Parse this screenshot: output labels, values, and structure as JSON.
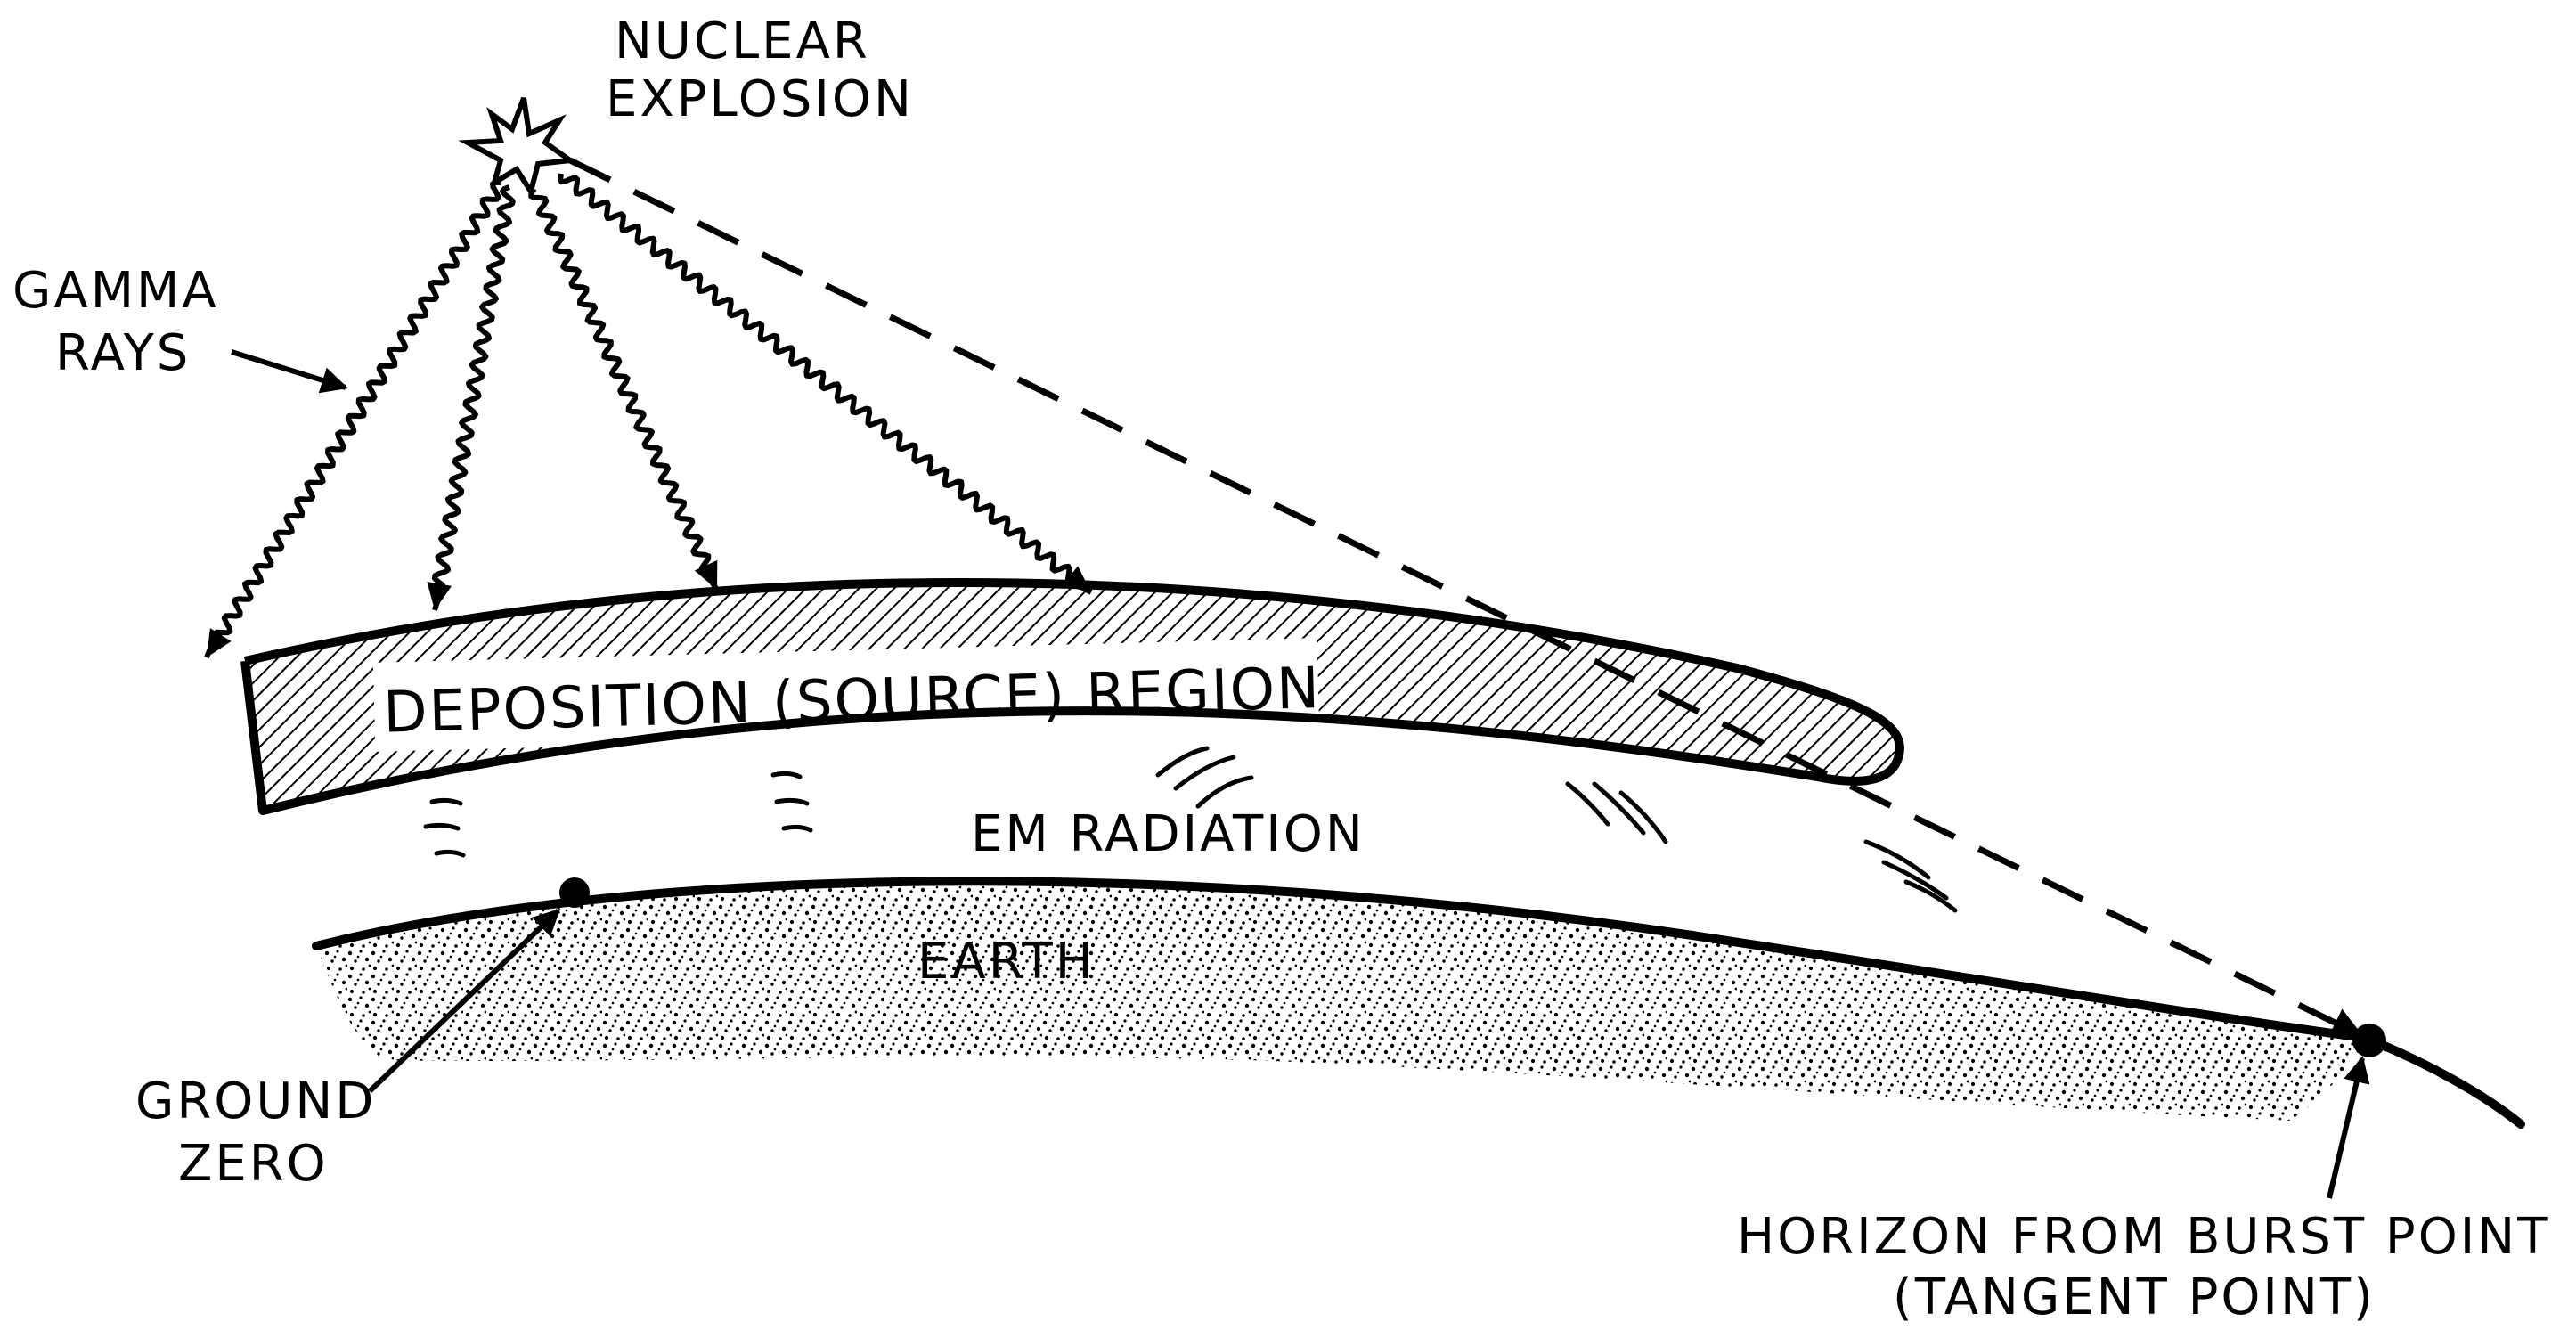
{
  "labels": {
    "nuclear_explosion": [
      "NUCLEAR",
      "EXPLOSION"
    ],
    "gamma_rays": [
      "GAMMA",
      "RAYS"
    ],
    "deposition_region": "DEPOSITION (SOURCE) REGION",
    "em_radiation": "EM RADIATION",
    "earth": "EARTH",
    "ground_zero": [
      "GROUND",
      "ZERO"
    ],
    "horizon": [
      "HORIZON FROM BURST POINT",
      "(TANGENT POINT)"
    ]
  },
  "colors": {
    "ink": "#000000",
    "background": "#ffffff"
  }
}
